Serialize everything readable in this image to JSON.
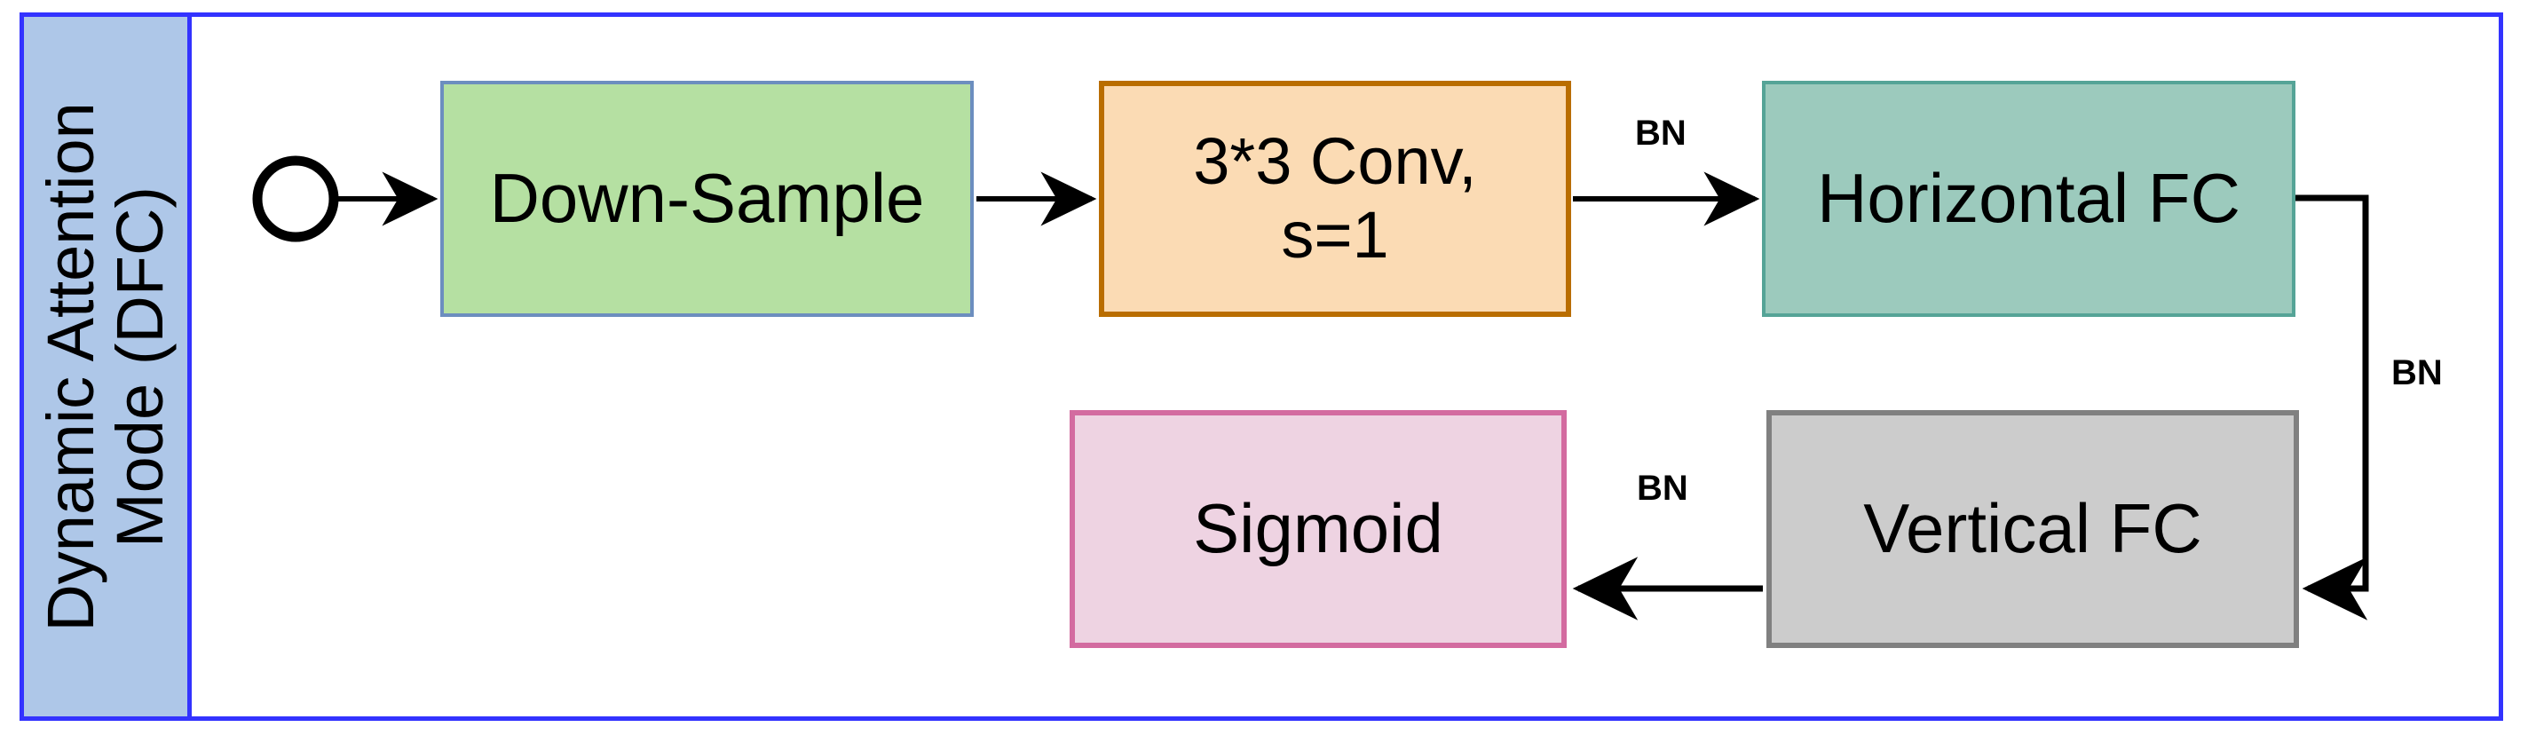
{
  "frame": {
    "border_color": "#3333ff"
  },
  "title_panel": {
    "background": "#aec7e8",
    "border_color": "#3333ff",
    "line1": "Dynamic Attention",
    "line2": "Mode (DFC)",
    "full_text": "Dynamic Attention Mode (DFC)"
  },
  "diagram": {
    "type": "flowchart",
    "start_node": {
      "name": "start-circle",
      "shape": "circle",
      "label": ""
    },
    "nodes": [
      {
        "id": "down-sample",
        "label": "Down-Sample",
        "fill": "#b5e0a2",
        "stroke": "#6c8ebf"
      },
      {
        "id": "conv",
        "label_line1": "3*3 Conv,",
        "label_line2": "s=1",
        "fill": "#fbdbb4",
        "stroke": "#b96d00"
      },
      {
        "id": "horizontal-fc",
        "label": "Horizontal FC",
        "fill": "#9ccabd",
        "stroke": "#55a497"
      },
      {
        "id": "vertical-fc",
        "label": "Vertical FC",
        "fill": "#cccccc",
        "stroke": "#808080"
      },
      {
        "id": "sigmoid",
        "label": "Sigmoid",
        "fill": "#eed3e2",
        "stroke": "#d36ba0"
      }
    ],
    "edges": [
      {
        "from": "start-circle",
        "to": "down-sample",
        "label": ""
      },
      {
        "from": "down-sample",
        "to": "conv",
        "label": ""
      },
      {
        "from": "conv",
        "to": "horizontal-fc",
        "label": "BN"
      },
      {
        "from": "horizontal-fc",
        "to": "vertical-fc",
        "label": "BN"
      },
      {
        "from": "vertical-fc",
        "to": "sigmoid",
        "label": "BN"
      }
    ],
    "edge_color": "#000000"
  }
}
